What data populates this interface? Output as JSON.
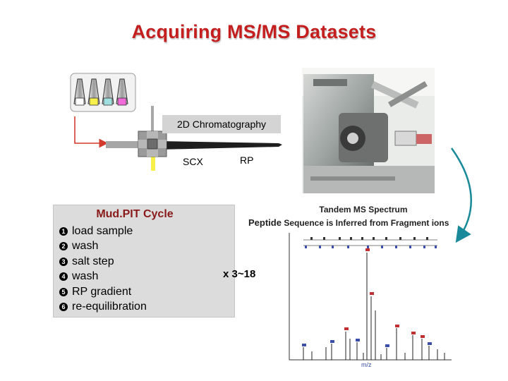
{
  "title": "Acquiring MS/MS Datasets",
  "chromatography": {
    "label": "2D Chromatography",
    "scx_label": "SCX",
    "rp_label": "RP"
  },
  "cycle": {
    "title": "Mud.PIT Cycle",
    "steps": [
      {
        "num": "1",
        "label": "load sample"
      },
      {
        "num": "2",
        "label": "wash"
      },
      {
        "num": "3",
        "label": "salt step"
      },
      {
        "num": "4",
        "label": "wash"
      },
      {
        "num": "5",
        "label": "RP gradient"
      },
      {
        "num": "6",
        "label": "re-equilibration"
      }
    ],
    "repeat_label": "x 3~18"
  },
  "ms_spectrum": {
    "title": "Tandem MS Spectrum",
    "subtitle_prefix": "Peptide",
    "subtitle_rest": "Sequence is Inferred from Fragment ions",
    "xlabel": "m/z"
  },
  "colors": {
    "title": "#c41e1e",
    "arrow_red": "#d33a2c",
    "arrow_teal": "#1a8a9a",
    "vial_colors": [
      "#ffffff",
      "#f7ef4a",
      "#9fe0df",
      "#f06ad8"
    ]
  }
}
